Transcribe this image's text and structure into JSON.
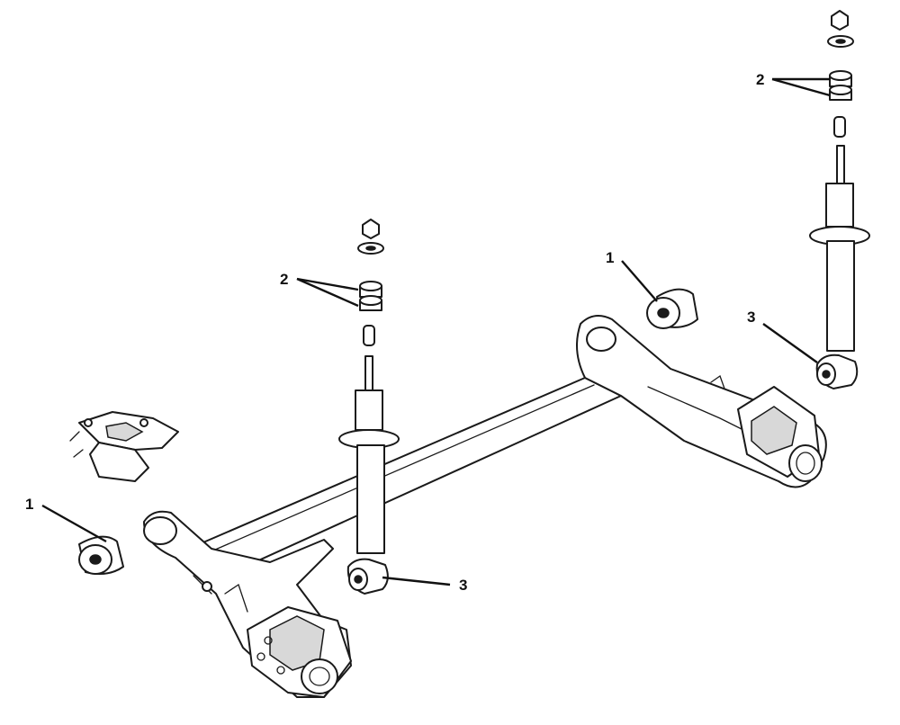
{
  "callouts": {
    "c1_left": "1",
    "c1_right": "1",
    "c2_left": "2",
    "c2_right": "2",
    "c3_left": "3",
    "c3_right": "3"
  },
  "colors": {
    "line": "#1a1a1a",
    "fill": "#ffffff",
    "shade": "#d8d8d8"
  }
}
